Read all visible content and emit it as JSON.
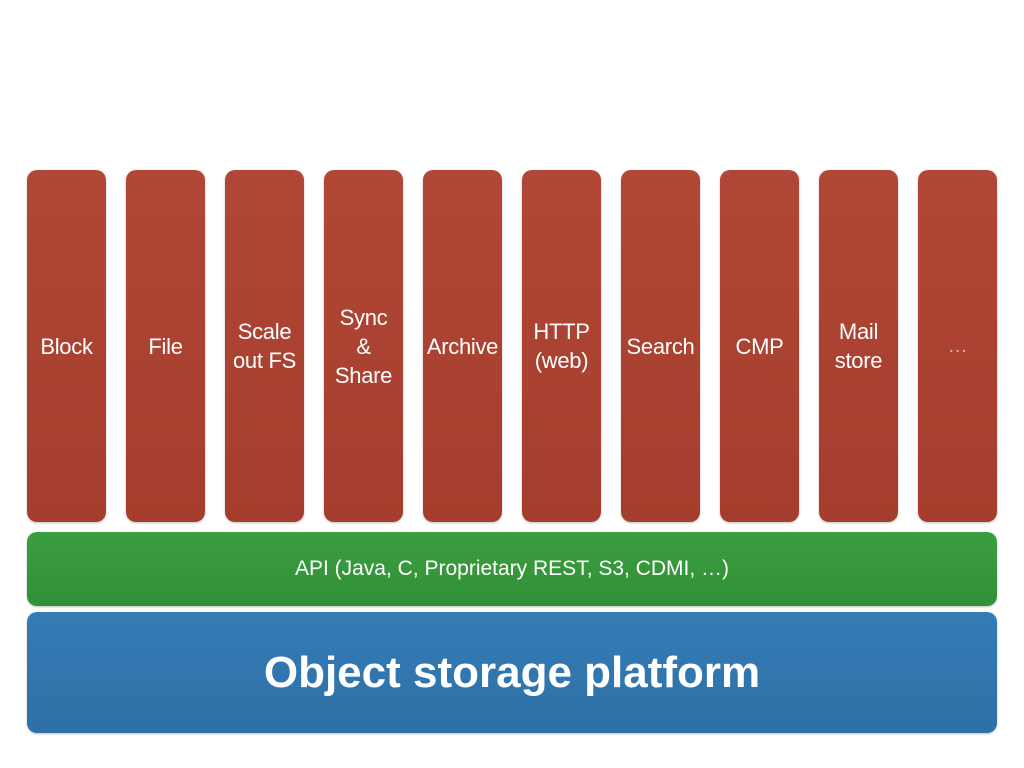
{
  "diagram": {
    "columns": [
      {
        "label": "Block"
      },
      {
        "label": "File"
      },
      {
        "label": "Scale\nout FS"
      },
      {
        "label": "Sync\n&\nShare"
      },
      {
        "label": "Archive"
      },
      {
        "label": "HTTP\n(web)"
      },
      {
        "label": "Search"
      },
      {
        "label": "CMP"
      },
      {
        "label": "Mail\nstore"
      },
      {
        "label": "…"
      }
    ],
    "api_label": "API (Java, C, Proprietary REST, S3, CDMI, …)",
    "platform_label": "Object storage platform",
    "colors": {
      "column": "#ab4232",
      "api": "#36973b",
      "platform": "#3176ae"
    }
  }
}
